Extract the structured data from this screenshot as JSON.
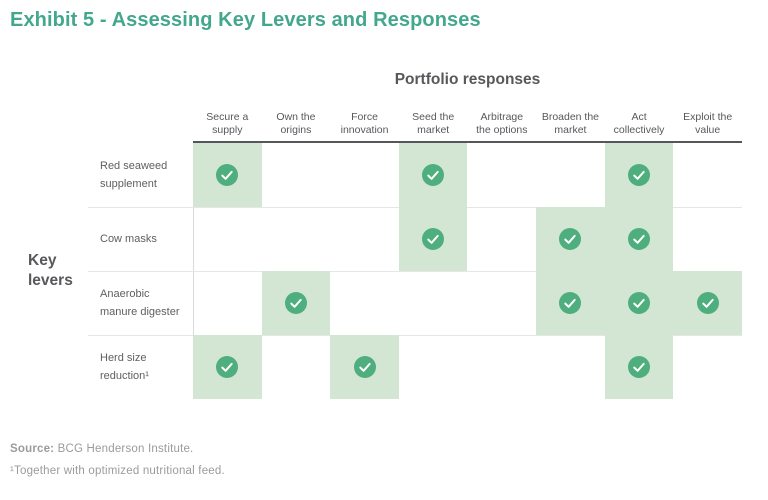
{
  "page": {
    "title": "Exhibit 5 - Assessing Key Levers and Responses"
  },
  "chart_data": {
    "type": "heatmap",
    "title": "Exhibit 5 - Assessing Key Levers and Responses",
    "x_axis_label": "Portfolio responses",
    "y_axis_label": "Key levers",
    "columns": [
      "Secure a\nsupply",
      "Own the\norigins",
      "Force\ninnovation",
      "Seed the\nmarket",
      "Arbitrage\nthe options",
      "Broaden the\nmarket",
      "Act\ncollectively",
      "Exploit the\nvalue"
    ],
    "rows": [
      "Red seaweed\nsupplement",
      "Cow masks",
      "Anaerobic\nmanure digester",
      "Herd size\nreduction¹"
    ],
    "checks": [
      [
        1,
        0,
        0,
        1,
        0,
        0,
        1,
        0
      ],
      [
        0,
        0,
        0,
        1,
        0,
        1,
        1,
        0
      ],
      [
        0,
        1,
        0,
        0,
        0,
        1,
        1,
        1
      ],
      [
        1,
        0,
        1,
        0,
        0,
        0,
        1,
        0
      ]
    ],
    "check_symbol": "checkmark",
    "legend_position": "none",
    "grid": true,
    "colors": {
      "title_accent": "#43a78e",
      "cell_highlight": "#d2e6d3",
      "check_circle": "#4fae7e",
      "header_text": "#57585b",
      "footer_text": "#9b9b9b"
    }
  },
  "footer": {
    "source_label": "Source:",
    "source_text": " BCG Henderson Institute.",
    "footnote": "¹Together with optimized nutritional feed."
  }
}
